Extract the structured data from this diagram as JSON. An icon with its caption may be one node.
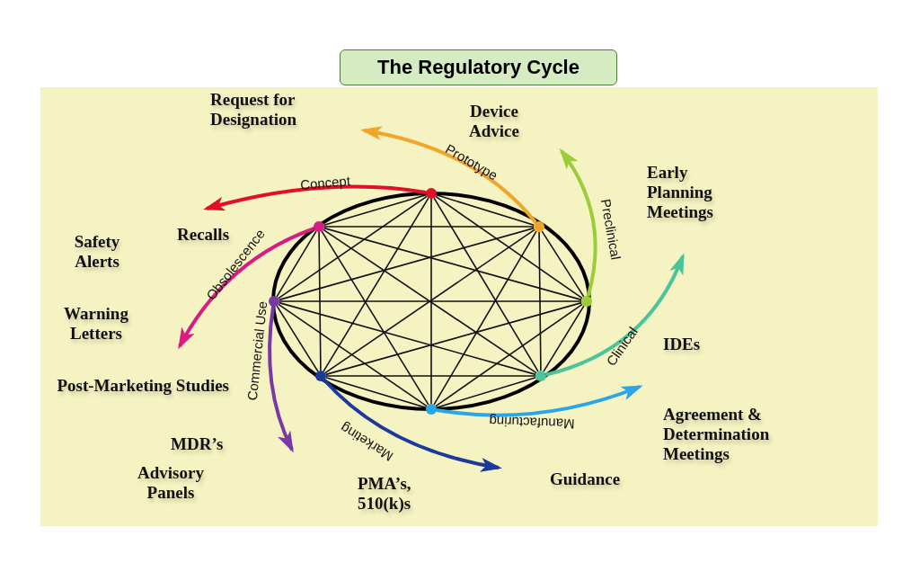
{
  "diagram": {
    "title": "The Regulatory Cycle",
    "nodes": [
      {
        "text": [],
        "shape": "circle"
      },
      {
        "text": [],
        "shape": "circle"
      },
      {
        "text": [],
        "shape": "circle"
      },
      {
        "text": [],
        "shape": "circle"
      },
      {
        "text": [],
        "shape": "circle"
      },
      {
        "text": [],
        "shape": "circle"
      },
      {
        "text": [],
        "shape": "circle"
      },
      {
        "text": [],
        "shape": "circle"
      }
    ],
    "edges": [
      {
        "from": 0,
        "to": null,
        "arrow": "to",
        "label": "Concept",
        "style": "thick",
        "color": "#e0102a"
      },
      {
        "from": 1,
        "to": null,
        "arrow": "to",
        "label": "Prototype",
        "style": "thick",
        "color": "#f2a628"
      },
      {
        "from": 2,
        "to": null,
        "arrow": "to",
        "label": "Preclinical",
        "style": "thick",
        "color": "#9ccc3a"
      },
      {
        "from": 3,
        "to": null,
        "arrow": "to",
        "label": "Clinical",
        "style": "thick",
        "color": "#4cc49a"
      },
      {
        "from": 4,
        "to": null,
        "arrow": "to",
        "label": "Manufacturing",
        "style": "thick",
        "color": "#2aa6e8"
      },
      {
        "from": 5,
        "to": null,
        "arrow": "to",
        "label": "Marketing",
        "style": "thick",
        "color": "#1c3a9c"
      },
      {
        "from": 6,
        "to": null,
        "arrow": "to",
        "label": "Commercial Use",
        "style": "thick",
        "color": "#7a3aa6"
      },
      {
        "from": 7,
        "to": null,
        "arrow": "to",
        "label": "Obsolescence",
        "style": "thick",
        "color": "#d81c84"
      },
      {
        "from": 0,
        "to": 1,
        "arrow": "none"
      },
      {
        "from": 0,
        "to": 2,
        "arrow": "none"
      },
      {
        "from": 0,
        "to": 3,
        "arrow": "none"
      },
      {
        "from": 0,
        "to": 4,
        "arrow": "none"
      },
      {
        "from": 0,
        "to": 5,
        "arrow": "none"
      },
      {
        "from": 0,
        "to": 6,
        "arrow": "none"
      },
      {
        "from": 0,
        "to": 7,
        "arrow": "none"
      },
      {
        "from": 1,
        "to": 2,
        "arrow": "none"
      },
      {
        "from": 1,
        "to": 3,
        "arrow": "none"
      },
      {
        "from": 1,
        "to": 4,
        "arrow": "none"
      },
      {
        "from": 1,
        "to": 5,
        "arrow": "none"
      },
      {
        "from": 1,
        "to": 6,
        "arrow": "none"
      },
      {
        "from": 1,
        "to": 7,
        "arrow": "none"
      },
      {
        "from": 2,
        "to": 3,
        "arrow": "none"
      },
      {
        "from": 2,
        "to": 4,
        "arrow": "none"
      },
      {
        "from": 2,
        "to": 5,
        "arrow": "none"
      },
      {
        "from": 2,
        "to": 6,
        "arrow": "none"
      },
      {
        "from": 2,
        "to": 7,
        "arrow": "none"
      },
      {
        "from": 3,
        "to": 4,
        "arrow": "none"
      },
      {
        "from": 3,
        "to": 5,
        "arrow": "none"
      },
      {
        "from": 3,
        "to": 6,
        "arrow": "none"
      },
      {
        "from": 3,
        "to": 7,
        "arrow": "none"
      },
      {
        "from": 4,
        "to": 5,
        "arrow": "none"
      },
      {
        "from": 4,
        "to": 6,
        "arrow": "none"
      },
      {
        "from": 4,
        "to": 7,
        "arrow": "none"
      },
      {
        "from": 5,
        "to": 6,
        "arrow": "none"
      },
      {
        "from": 5,
        "to": 7,
        "arrow": "none"
      },
      {
        "from": 6,
        "to": 7,
        "arrow": "none"
      }
    ],
    "labels": [
      "Request for Designation",
      "Device Advice",
      "Early Planning Meetings",
      "Recalls",
      "Safety Alerts",
      "Warning Letters",
      "IDEs",
      "Post-Marketing Studies",
      "Agreement & Determination Meetings",
      "MDR’s",
      "Advisory Panels",
      "PMA’s, 510(k)s",
      "Guidance"
    ]
  }
}
